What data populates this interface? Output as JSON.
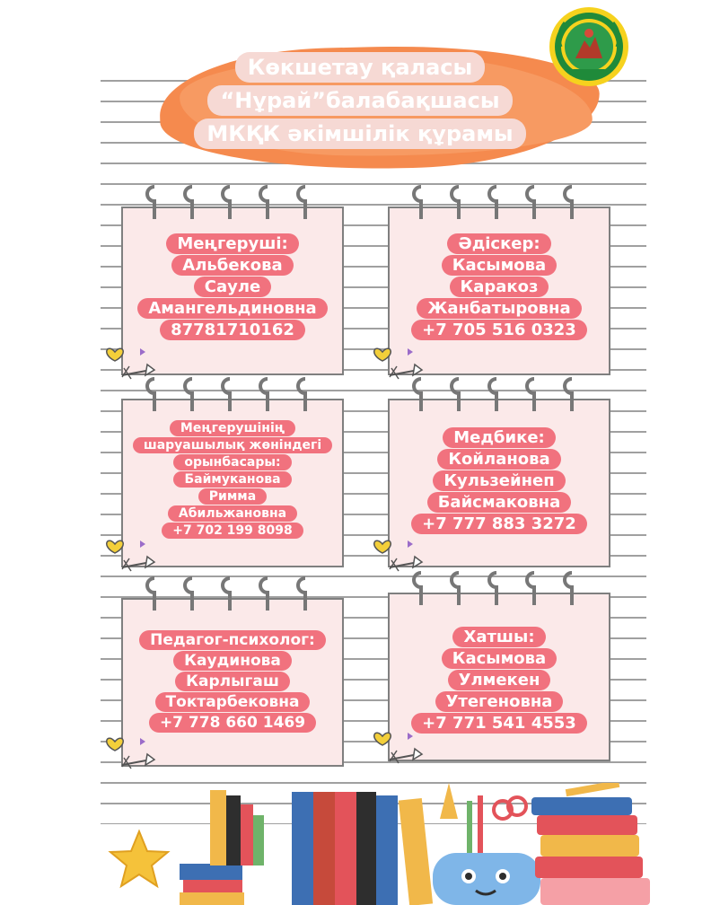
{
  "header": {
    "title_lines": [
      "Көкшетау қаласы",
      "“Нұрай”балабақшасы",
      "МКҚК әкімшілік құрамы"
    ]
  },
  "cards": [
    {
      "lines": [
        "Меңгеруші:",
        "Альбекова",
        "Сауле",
        "Амангельдиновна",
        "87781710162"
      ]
    },
    {
      "lines": [
        "Әдіскер:",
        "Касымова",
        "Каракоз",
        "Жанбатыровна",
        "+7 705 516 0323"
      ]
    },
    {
      "lines": [
        "Меңгерушінің",
        "шаруашылық жөніндегі",
        "орынбасары:",
        "Баймуканова",
        "Римма",
        "Абильжановна",
        "+7 702 199 8098"
      ]
    },
    {
      "lines": [
        "Медбике:",
        "Койланова",
        "Кульзейнеп",
        "Байсмаковна",
        "+7 777 883 3272"
      ]
    },
    {
      "lines": [
        "Педагог-психолог:",
        "Каудинова",
        "Карлыгаш",
        "Токтарбековна",
        "+7 778 660 1469"
      ]
    },
    {
      "lines": [
        "Хатшы:",
        "Касымова",
        "Улмекен",
        "Утегеновна",
        "+7 771 541 4553"
      ]
    }
  ],
  "colors": {
    "accent_orange": "#f58a4e",
    "label_pink": "#f1727e",
    "card_bg": "#fbe9e9"
  },
  "icons": {
    "logo": "kindergarten-emblem",
    "decoration": "heart-and-arrow-doodle",
    "star": "star-icon",
    "books": "books-and-pencil-case-illustration"
  }
}
